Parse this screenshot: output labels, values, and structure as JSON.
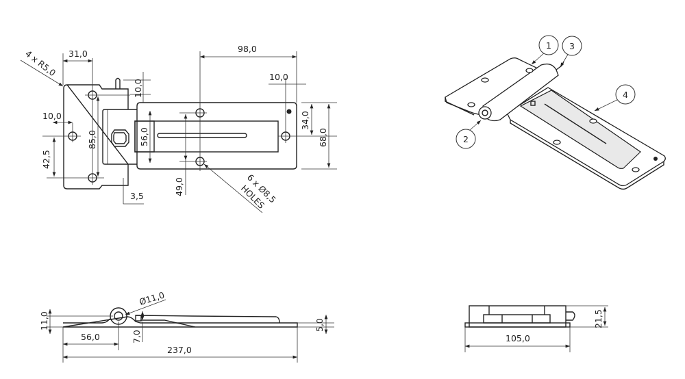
{
  "top_view": {
    "dims": {
      "w31": "31,0",
      "w98": "98,0",
      "w10_right": "10,0",
      "h10_pin": "10,0",
      "w10_left": "10,0",
      "h85": "85,0",
      "h42_5": "42,5",
      "h56": "56,0",
      "h49": "49,0",
      "w3_5": "3,5",
      "h34": "34,0",
      "h68": "68,0"
    },
    "radius_note": "4 x R5,0",
    "holes_note_line1": "6 x Ø8,5",
    "holes_note_line2": "HOLES"
  },
  "iso_view": {
    "balloons": [
      "1",
      "2",
      "3",
      "4"
    ]
  },
  "side_view": {
    "dims": {
      "h11": "11,0",
      "w56": "56,0",
      "w237": "237,0",
      "dia11": "Ø11,0",
      "h7": "7,0",
      "h5": "5,0"
    }
  },
  "end_view": {
    "dims": {
      "w105": "105,0",
      "h21_5": "21,5"
    }
  },
  "colors": {
    "line": "#222222",
    "background": "#ffffff"
  }
}
